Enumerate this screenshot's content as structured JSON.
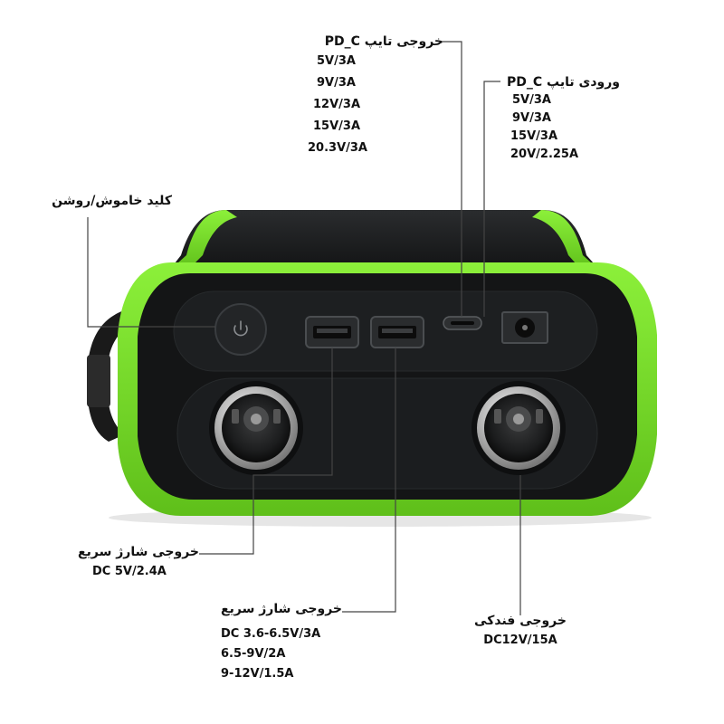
{
  "annotations": {
    "typec_output": {
      "title": "خروجی تایپ PD_C",
      "specs": [
        "5V/3A",
        "9V/3A",
        "12V/3A",
        "15V/3A",
        "20.3V/3A"
      ]
    },
    "typec_input": {
      "title": "ورودی تایپ PD_C",
      "specs": [
        "5V/3A",
        "9V/3A",
        "15V/3A",
        "20V/2.25A"
      ]
    },
    "power_key": {
      "title": "کلید خاموش/روشن"
    },
    "usb_fast_charge_1": {
      "title": "خروجی شارژ سریع",
      "specs": [
        "DC 5V/2.4A"
      ]
    },
    "usb_fast_charge_2": {
      "title": "خروجی شارژ سریع",
      "specs": [
        "DC 3.6-6.5V/3A",
        "6.5-9V/2A",
        "9-12V/1.5A"
      ]
    },
    "cigarette_output": {
      "title": "خروجی فندکی",
      "specs": [
        "DC12V/15A"
      ]
    }
  },
  "colors": {
    "bumper_green": "#7ee02a",
    "body_black": "#1d1f20",
    "panel_black": "#0f1011",
    "leader_line": "#333333"
  },
  "icons": {
    "power": "power-icon",
    "usb": "usb-a-port",
    "typec": "usb-c-port",
    "dc": "dc-barrel-port",
    "socket": "cigarette-socket"
  }
}
